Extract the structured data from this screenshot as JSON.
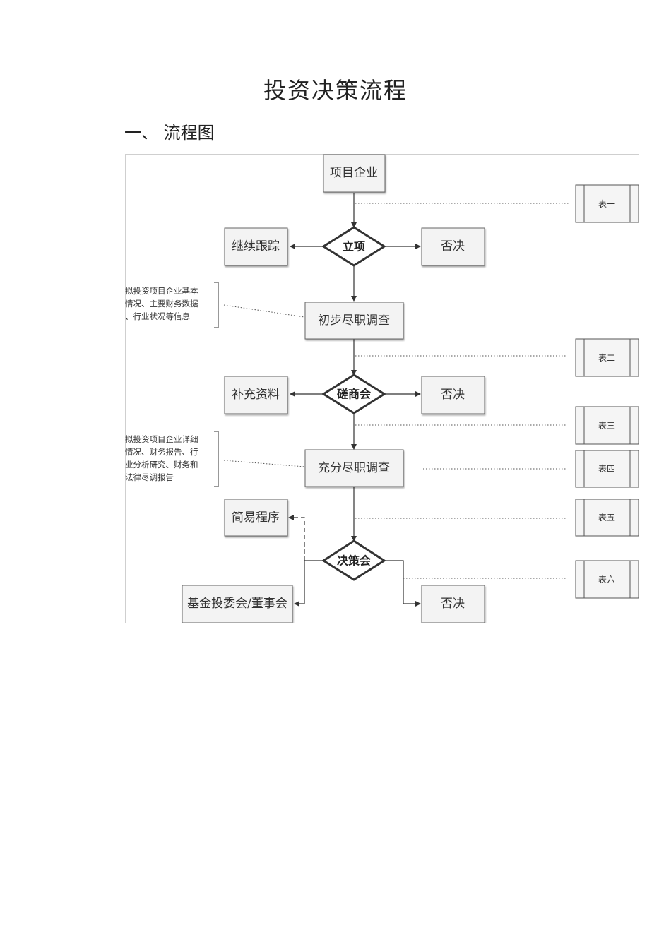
{
  "page": {
    "title": "投资决策流程",
    "section_heading": "一、 流程图"
  },
  "flowchart": {
    "nodes": {
      "project_company": "项目企业",
      "initiation": "立项",
      "continue_tracking": "继续跟踪",
      "reject_1": "否决",
      "preliminary_dd": "初步尽职调查",
      "consultation": "磋商会",
      "supplement": "补充资料",
      "reject_2": "否决",
      "full_dd": "充分尽职调查",
      "simplified": "简易程序",
      "decision": "决策会",
      "board": "基金投委会/董事会",
      "reject_3": "否决"
    },
    "forms": [
      "表一",
      "表二",
      "表三",
      "表四",
      "表五",
      "表六"
    ],
    "notes": {
      "note_1": [
        "拟投资项目企业基本",
        "情况、主要财务数据",
        "、行业状况等信息"
      ],
      "note_2": [
        "拟投资项目企业详细",
        "情况、财务报告、行",
        "业分析研究、财务和",
        "法律尽调报告"
      ]
    }
  }
}
